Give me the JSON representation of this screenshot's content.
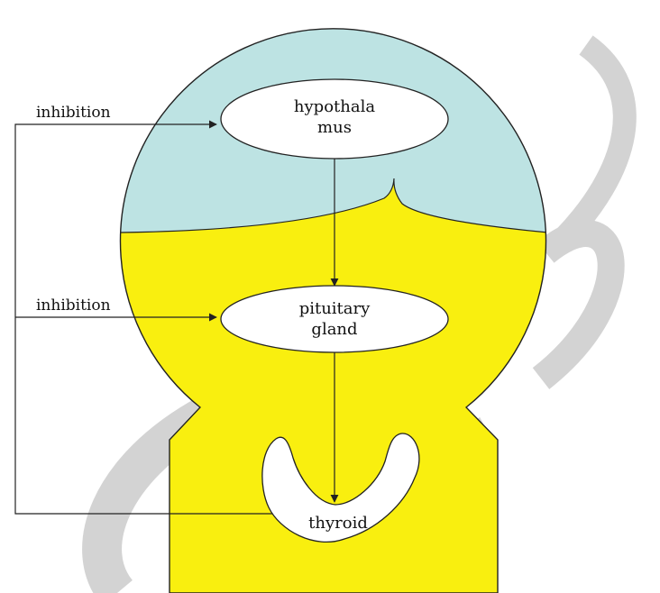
{
  "colors": {
    "head_top": "#bde3e3",
    "body": "#f9ef0f",
    "watermark": "#d3d3d3",
    "stroke": "#222222",
    "node_fill": "#ffffff"
  },
  "nodes": {
    "hypothalamus": {
      "line1": "hypothala",
      "line2": "mus"
    },
    "pituitary": {
      "line1": "pituitary",
      "line2": "gland"
    },
    "thyroid": {
      "label": "thyroid"
    }
  },
  "feedback": {
    "label_top": "inhibition",
    "label_mid": "inhibition"
  }
}
